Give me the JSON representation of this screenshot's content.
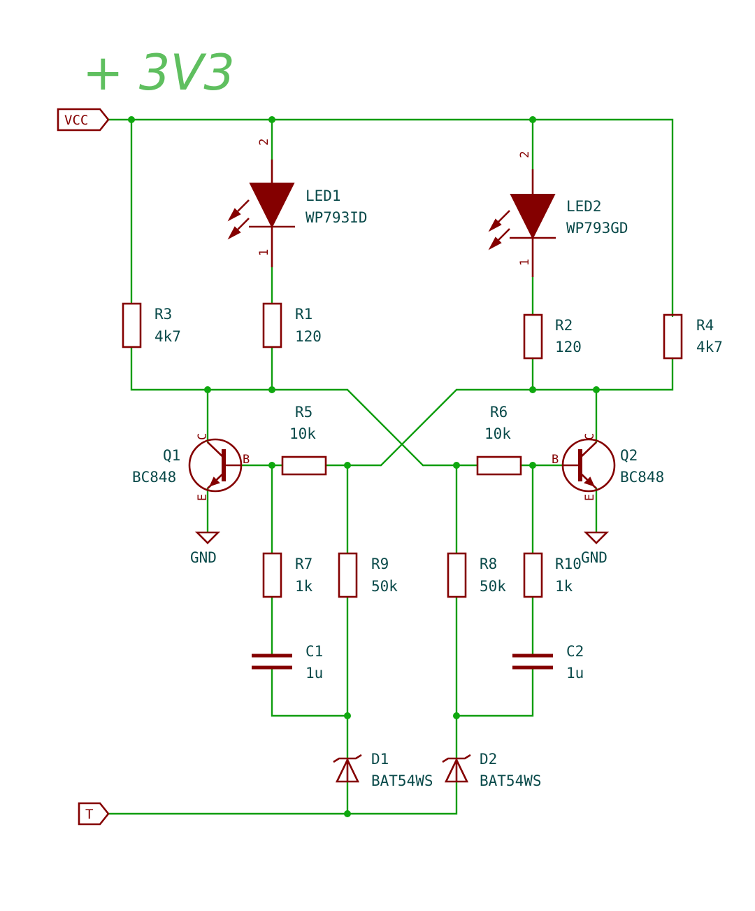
{
  "annotation": "+ 3V3",
  "ports": {
    "vcc": "VCC",
    "trigger": "T"
  },
  "gnd_label": "GND",
  "pin_numbers": {
    "led_anode": "2",
    "led_cathode": "1"
  },
  "transistor_pins": {
    "collector": "C",
    "base": "B",
    "emitter": "E"
  },
  "components": {
    "LED1": {
      "ref": "LED1",
      "value": "WP793ID"
    },
    "LED2": {
      "ref": "LED2",
      "value": "WP793GD"
    },
    "R1": {
      "ref": "R1",
      "value": "120"
    },
    "R2": {
      "ref": "R2",
      "value": "120"
    },
    "R3": {
      "ref": "R3",
      "value": "4k7"
    },
    "R4": {
      "ref": "R4",
      "value": "4k7"
    },
    "R5": {
      "ref": "R5",
      "value": "10k"
    },
    "R6": {
      "ref": "R6",
      "value": "10k"
    },
    "R7": {
      "ref": "R7",
      "value": "1k"
    },
    "R8": {
      "ref": "R8",
      "value": "50k"
    },
    "R9": {
      "ref": "R9",
      "value": "50k"
    },
    "R10": {
      "ref": "R10",
      "value": "1k"
    },
    "C1": {
      "ref": "C1",
      "value": "1u"
    },
    "C2": {
      "ref": "C2",
      "value": "1u"
    },
    "Q1": {
      "ref": "Q1",
      "value": "BC848"
    },
    "Q2": {
      "ref": "Q2",
      "value": "BC848"
    },
    "D1": {
      "ref": "D1",
      "value": "BAT54WS"
    },
    "D2": {
      "ref": "D2",
      "value": "BAT54WS"
    }
  },
  "colors": {
    "wire": "#0f9d0f",
    "symbol": "#840000",
    "text": "#0a4a4a",
    "annotation": "#5fbf5f"
  }
}
